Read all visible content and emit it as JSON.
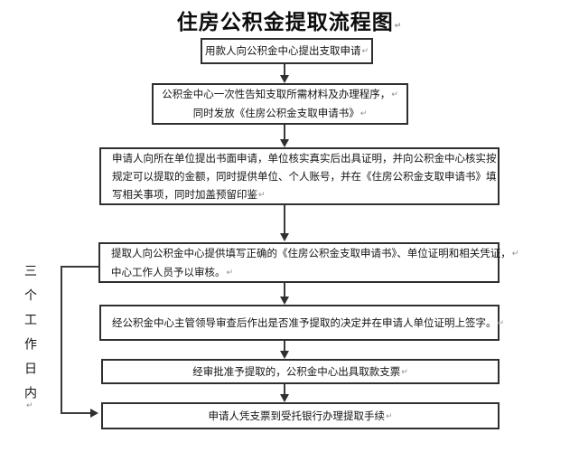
{
  "title": {
    "text": "住房公积金提取流程图"
  },
  "return_mark": "↵",
  "side_label": {
    "text": "三个工作日内"
  },
  "flowchart": {
    "type": "flowchart",
    "boxes": [
      {
        "id": "step-1-apply",
        "align": "center",
        "lines": [
          "用款人向公积金中心提出支取申请"
        ]
      },
      {
        "id": "step-2-notify",
        "align": "center",
        "lines": [
          "公积金中心一次性告知支取所需材料及办理程序，",
          "同时发放《住房公积金支取申请书》"
        ]
      },
      {
        "id": "step-3-unit-apply",
        "align": "left",
        "lines": [
          "申请人向所在单位提出书面申请，单位核实真实后出具证明，并向公积金中心核实按",
          "规定可以提取的金额，同时提供单位、个人账号，并在《住房公积金支取申请书》填",
          "写相关事项，同时加盖预留印鉴"
        ]
      },
      {
        "id": "step-4-review",
        "align": "left",
        "lines": [
          "提取人向公积金中心提供填写正确的《住房公积金支取申请书》、单位证明和相关凭证，",
          "中心工作人员予以审核。"
        ]
      },
      {
        "id": "step-5-approve",
        "align": "left",
        "lines": [
          "经公积金中心主管领导审查后作出是否准予提取的决定并在申请人单位证明上签字。"
        ]
      },
      {
        "id": "step-6-cheque",
        "align": "center",
        "lines": [
          "经审批准予提取的，公积金中心出具取款支票"
        ]
      },
      {
        "id": "step-7-bank",
        "align": "center",
        "lines": [
          "申请人凭支票到受托银行办理提取手续"
        ]
      }
    ]
  },
  "colors": {
    "background": "#ffffff",
    "box_border": "#2f2f2f",
    "text": "#141414",
    "connector": "#3a3a3a",
    "return_mark": "#8f8f8f"
  }
}
